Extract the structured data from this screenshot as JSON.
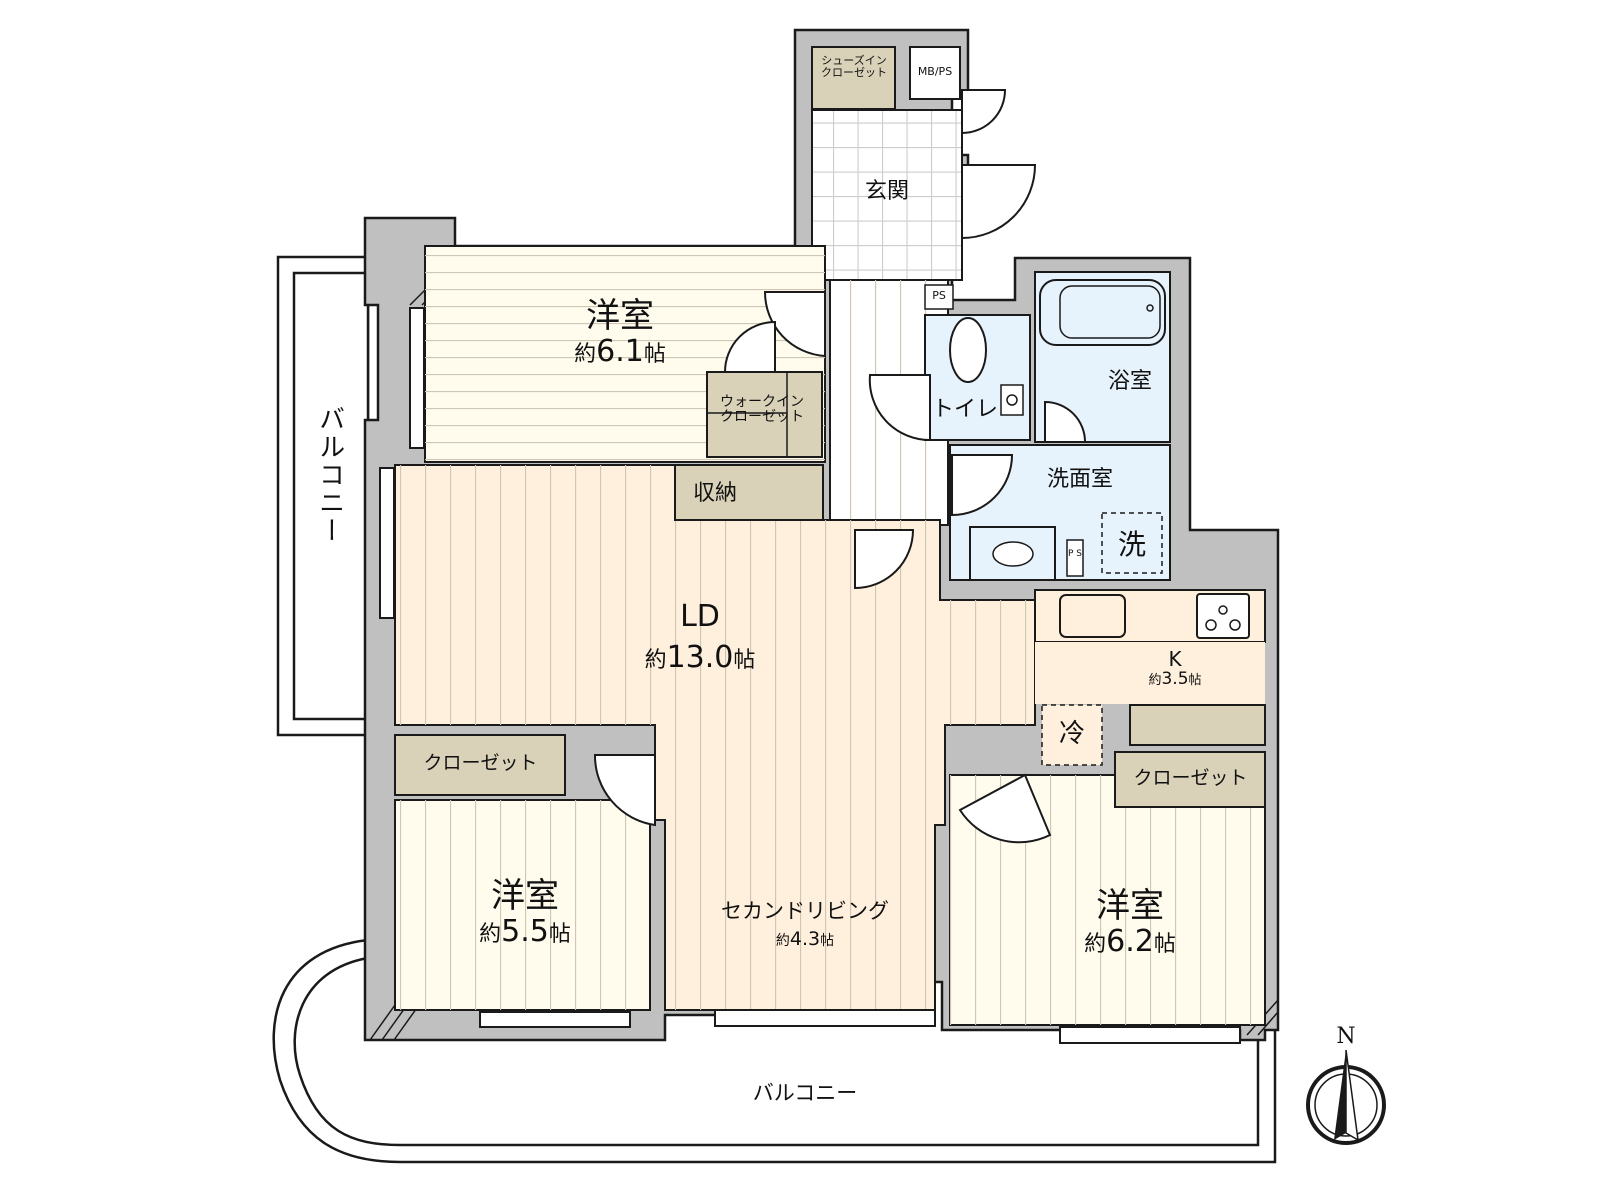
{
  "floorplan": {
    "colors": {
      "wall": "#c0c0c0",
      "western_room": "#fffcee",
      "ld": "#fff0dd",
      "wet_area": "#e6f2fc",
      "storage": "#d9d2b8",
      "floor_line": "#cfc6b4",
      "outline": "#1a1a1a"
    },
    "rooms": {
      "entrance": {
        "name": "玄関"
      },
      "shoes_closet": {
        "line1": "シューズイン",
        "line2": "クローゼット"
      },
      "mbps": {
        "name": "MB/PS"
      },
      "ps_top": {
        "name": "PS"
      },
      "ps_small": {
        "name": "P S"
      },
      "toilet": {
        "name": "トイレ"
      },
      "bathroom": {
        "name": "浴室"
      },
      "washroom": {
        "name": "洗面室"
      },
      "washer": {
        "name": "洗"
      },
      "western1": {
        "name": "洋室",
        "prefix": "約",
        "num": "6.1",
        "suffix": "帖"
      },
      "walkin": {
        "line1": "ウォークイン",
        "line2": "クローゼット"
      },
      "storage": {
        "name": "収納"
      },
      "ld": {
        "name": "LD",
        "prefix": "約",
        "num": "13.0",
        "suffix": "帖"
      },
      "kitchen": {
        "name": "K",
        "prefix": "約",
        "num": "3.5",
        "suffix": "帖"
      },
      "fridge": {
        "name": "冷"
      },
      "closet_left": {
        "name": "クローゼット"
      },
      "closet_right": {
        "name": "クローゼット"
      },
      "western2": {
        "name": "洋室",
        "prefix": "約",
        "num": "5.5",
        "suffix": "帖"
      },
      "second_living": {
        "name": "セカンドリビング",
        "prefix": "約",
        "num": "4.3",
        "suffix": "帖"
      },
      "western3": {
        "name": "洋室",
        "prefix": "約",
        "num": "6.2",
        "suffix": "帖"
      },
      "balcony_west": {
        "name": "バルコニー"
      },
      "balcony_south": {
        "name": "バルコニー"
      }
    },
    "compass": {
      "label": "N"
    }
  }
}
